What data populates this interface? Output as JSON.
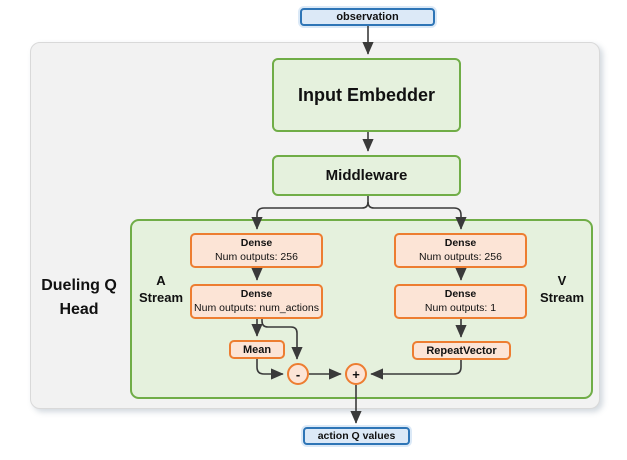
{
  "nodes": {
    "observation": {
      "label": "observation"
    },
    "input_embedder": {
      "label": "Input Embedder"
    },
    "middleware": {
      "label": "Middleware"
    },
    "a_dense_1": {
      "title": "Dense",
      "subtitle": "Num outputs: 256"
    },
    "a_dense_2": {
      "title": "Dense",
      "subtitle": "Num outputs: num_actions"
    },
    "v_dense_1": {
      "title": "Dense",
      "subtitle": "Num outputs: 256"
    },
    "v_dense_2": {
      "title": "Dense",
      "subtitle": "Num outputs: 1"
    },
    "mean": {
      "label": "Mean"
    },
    "repeat_vector": {
      "label": "RepeatVector"
    },
    "minus_op": {
      "label": "-"
    },
    "plus_op": {
      "label": "+"
    },
    "action_q_values": {
      "label": "action Q values"
    }
  },
  "labels": {
    "dueling_q_head": "Dueling Q\nHead",
    "a_stream": "A\nStream",
    "v_stream": "V\nStream"
  },
  "colors": {
    "blue_fill": "#DCE9F7",
    "blue_border": "#2E75B6",
    "green_fill": "#E5F1DD",
    "green_border": "#70AD47",
    "orange_fill": "#FCE4D6",
    "orange_border": "#ED7D31",
    "container_fill": "#F2F2F2",
    "container_border": "#D9D9D9",
    "arrow": "#3A3A3A",
    "text": "#111111"
  }
}
